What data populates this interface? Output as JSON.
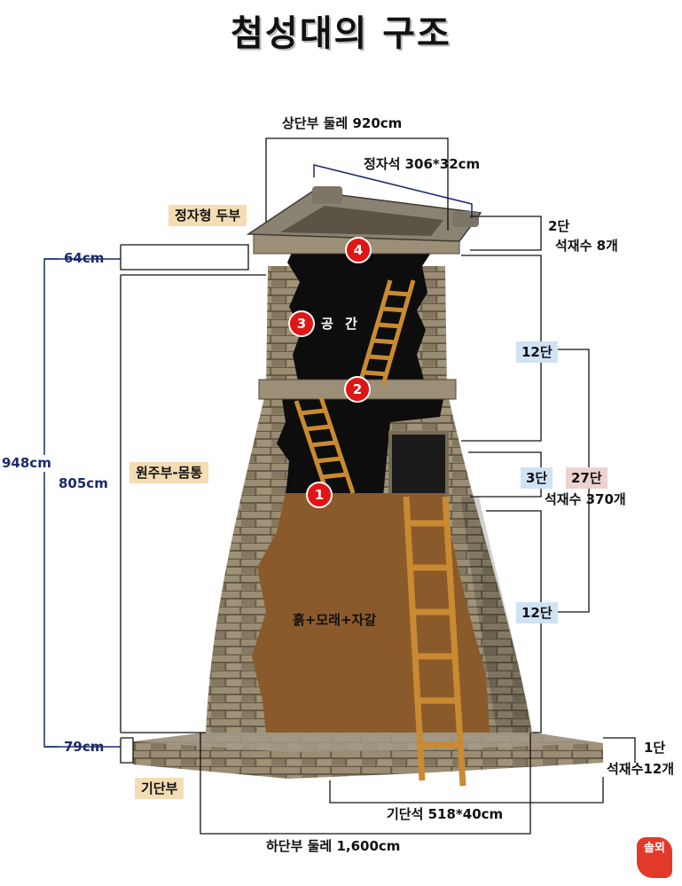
{
  "title": "첨성대의 구조",
  "top": {
    "circumference": "상단부 둘레 920cm",
    "jeongja_stone": "정자석 306*32cm",
    "jeongja_part": "정자형 두부",
    "tier_2": "2단",
    "stones_8": "석재수 8개"
  },
  "body": {
    "h_64": "64cm",
    "h_948": "948cm",
    "h_805": "805cm",
    "h_79": "79cm",
    "body_part": "원주부-몸통",
    "space": "공 간",
    "fill": "흙+모래+자갈",
    "tier_12a": "12단",
    "tier_3": "3단",
    "tier_27": "27단",
    "stones_370": "석재수 370개",
    "tier_12b": "12단"
  },
  "base": {
    "base_part": "기단부",
    "tier_1": "1단",
    "stones_12": "석재수12개",
    "base_stone": "기단석 518*40cm",
    "circumference": "하단부 둘레 1,600cm"
  },
  "badges": [
    "1",
    "2",
    "3",
    "4"
  ],
  "seal": "솔뫼",
  "colors": {
    "label_tan": "#f4ddb2",
    "label_blue": "#cfe3f5",
    "label_pink": "#ecd3d0",
    "navy": "#1b2a6e",
    "badge_red": "#e01515",
    "stone": "#8d8068",
    "soil": "#8b5a2b",
    "interior": "#0d0d0d",
    "ladder": "#c98a32"
  }
}
